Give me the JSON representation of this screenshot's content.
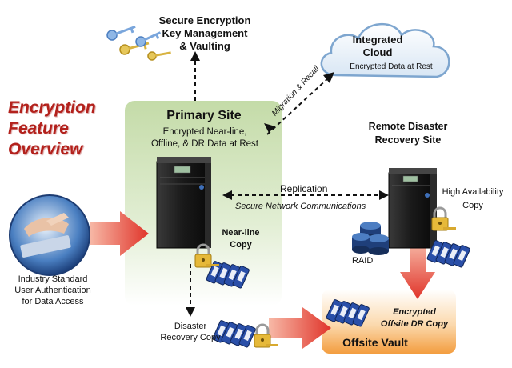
{
  "title": "Encryption\nFeature\nOverview",
  "key_management": "Secure Encryption\nKey Management\n& Vaulting",
  "cloud": {
    "title": "Integrated\nCloud",
    "subtitle": "Encrypted Data at Rest"
  },
  "migration_label": "Migration & Recall",
  "primary_site": {
    "title": "Primary Site",
    "subtitle": "Encrypted Near-line,\nOffline, & DR Data at Rest"
  },
  "remote_site": {
    "title": "Remote Disaster\nRecovery Site"
  },
  "replication": "Replication",
  "secure_network": "Secure Network Communications",
  "high_availability": "High Availability\nCopy",
  "nearline_copy": "Near-line\nCopy",
  "raid": "RAID",
  "user_auth": "Industry Standard\nUser Authentication\nfor Data Access",
  "dr_copy": "Disaster\nRecovery Copy",
  "offsite_dr_copy": "Encrypted\nOffsite DR Copy",
  "offsite_vault": "Offsite Vault",
  "colors": {
    "title_red": "#b3211c",
    "primary_green": "#a9c98b",
    "vault_orange": "#f3a04a",
    "arrow_red": "#e0342a",
    "tape_blue": "#2a4fa8",
    "cloud_blue": "#8cb4da"
  }
}
